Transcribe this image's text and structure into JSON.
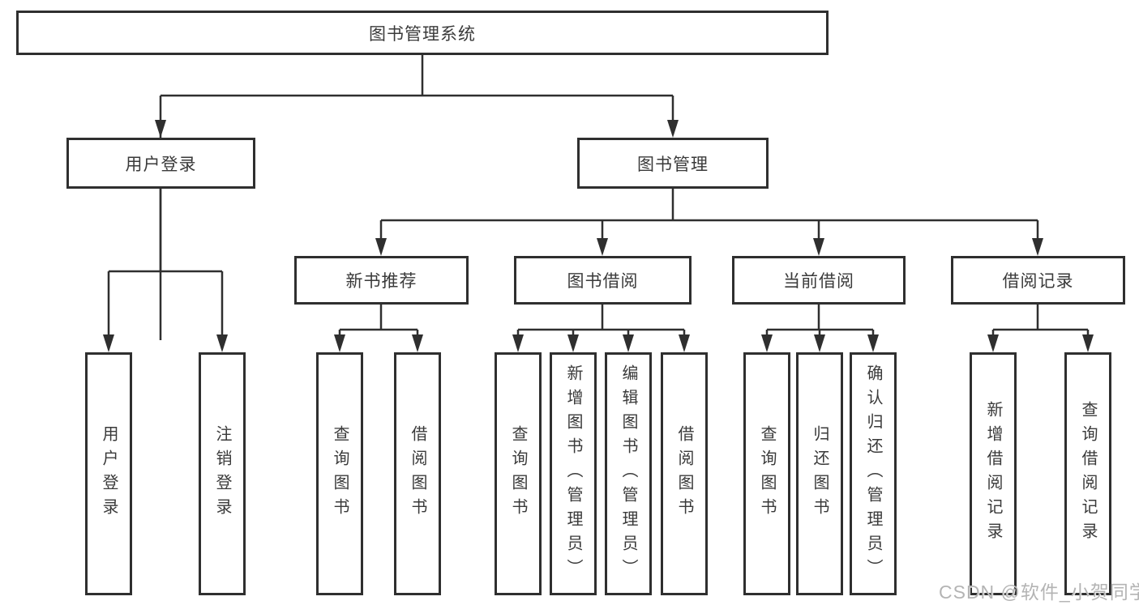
{
  "tree": {
    "label": "图书管理系统",
    "children": [
      {
        "label": "用户登录",
        "children": [
          {
            "label": "用户登录"
          },
          {
            "label": "注销登录"
          }
        ]
      },
      {
        "label": "图书管理",
        "children": [
          {
            "label": "新书推荐",
            "children": [
              {
                "label": "查询图书"
              },
              {
                "label": "借阅图书"
              }
            ]
          },
          {
            "label": "图书借阅",
            "children": [
              {
                "label": "查询图书"
              },
              {
                "label": "新增图书（管理员）"
              },
              {
                "label": "编辑图书（管理员）"
              },
              {
                "label": "借阅图书"
              }
            ]
          },
          {
            "label": "当前借阅",
            "children": [
              {
                "label": "查询图书"
              },
              {
                "label": "归还图书"
              },
              {
                "label": "确认归还（管理员）"
              }
            ]
          },
          {
            "label": "借阅记录",
            "children": [
              {
                "label": "新增借阅记录"
              },
              {
                "label": "查询借阅记录"
              }
            ]
          }
        ]
      }
    ]
  },
  "watermark": {
    "text": "CSDN @软件_小贺同学"
  },
  "colors": {
    "line": "#2f2f2f",
    "text": "#3a3a3a",
    "watermark": "#b4b4b4"
  }
}
